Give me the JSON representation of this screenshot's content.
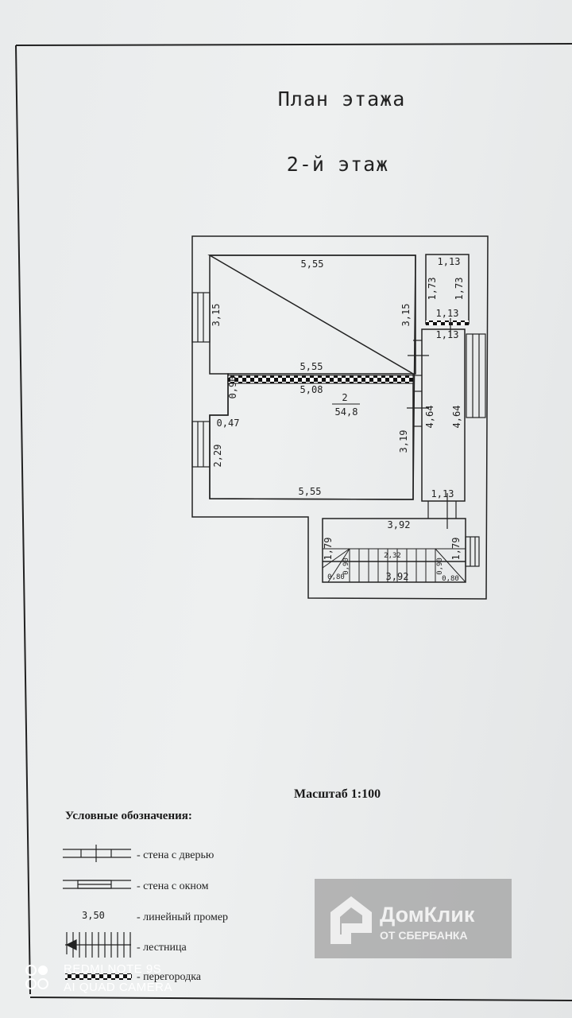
{
  "document": {
    "title": "План этажа",
    "floor": "2-й этаж",
    "scale": "Масштаб 1:100"
  },
  "plan": {
    "room_number": "2",
    "room_area": "54,8",
    "dimensions": {
      "top_room_top": "5,55",
      "top_room_left": "3,15",
      "top_room_right": "3,15",
      "partition_top": "5,55",
      "partition_bottom": "5,08",
      "step_vertical": "0,90",
      "step_horizontal": "0,47",
      "lower_left": "2,29",
      "lower_right": "3,19",
      "lower_bottom": "5,55",
      "small_room_top": "1,13",
      "small_room_left": "1,73",
      "small_room_right": "1,73",
      "small_room_bottom": "1,13",
      "corridor_top": "1,13",
      "corridor_left": "4,64",
      "corridor_right": "4,64",
      "corridor_bottom": "1,13",
      "stair_room_top": "3,92",
      "stair_room_left": "1,79",
      "stair_room_right": "1,79",
      "stair_inner": "2,32",
      "stair_bottom": "3,92",
      "stair_left_a": "0,90",
      "stair_left_b": "0,80",
      "stair_right_a": "0,90",
      "stair_right_b": "0,80"
    }
  },
  "legend": {
    "title": "Условные обозначения:",
    "items": [
      {
        "symbol": "wall-door",
        "label": "- стена с дверью"
      },
      {
        "symbol": "wall-window",
        "label": "- стена с окном"
      },
      {
        "symbol": "3,50",
        "label": "- линейный промер"
      },
      {
        "symbol": "stairs",
        "label": "- лестница"
      },
      {
        "symbol": "partition",
        "label": "- перегородка"
      }
    ]
  },
  "watermark": {
    "name": "ДомКлик",
    "sub": "ОТ СБЕРБАНКА"
  },
  "camera": {
    "line1": "REDMI NOTE 9S",
    "line2": "AI QUAD CAMERA"
  }
}
